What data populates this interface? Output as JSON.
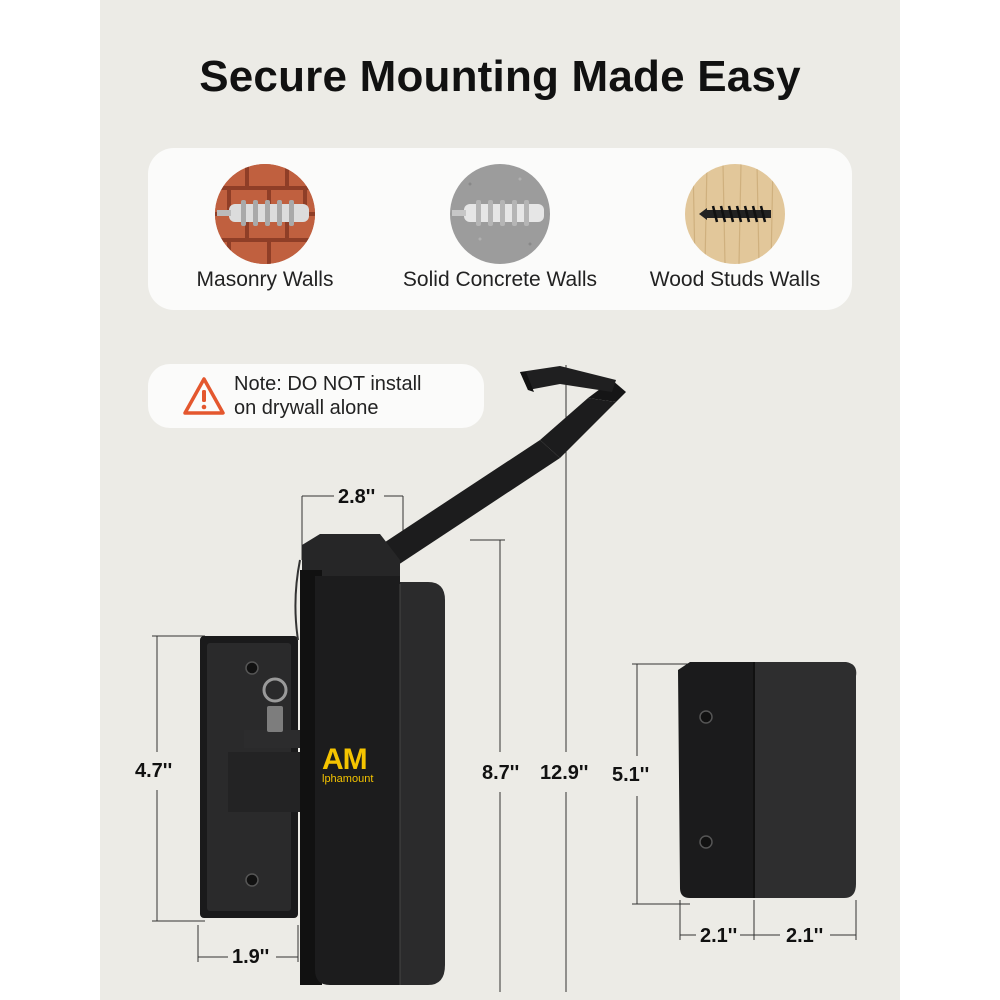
{
  "title": "Secure Mounting Made Easy",
  "walls": [
    {
      "label": "Masonry Walls",
      "icon": "masonry-anchor-icon"
    },
    {
      "label": "Solid Concrete Walls",
      "icon": "concrete-anchor-icon"
    },
    {
      "label": "Wood Studs Walls",
      "icon": "wood-screw-icon"
    }
  ],
  "note": {
    "line1": "Note: DO NOT install",
    "line2": "on drywall alone",
    "icon": "warning-triangle-icon",
    "color": "#e4572e"
  },
  "brand": {
    "logo_text": "lphamount"
  },
  "dimensions": {
    "plate_height": "4.7''",
    "plate_width": "1.9''",
    "top_width": "2.8''",
    "body_height": "8.7''",
    "total_height": "12.9''",
    "bracket_height": "5.1''",
    "bracket_width_left": "2.1''",
    "bracket_width_right": "2.1''"
  },
  "colors": {
    "accent_logo": "#f5c400",
    "product": "#1c1c1d",
    "panel": "#ecebe6"
  }
}
